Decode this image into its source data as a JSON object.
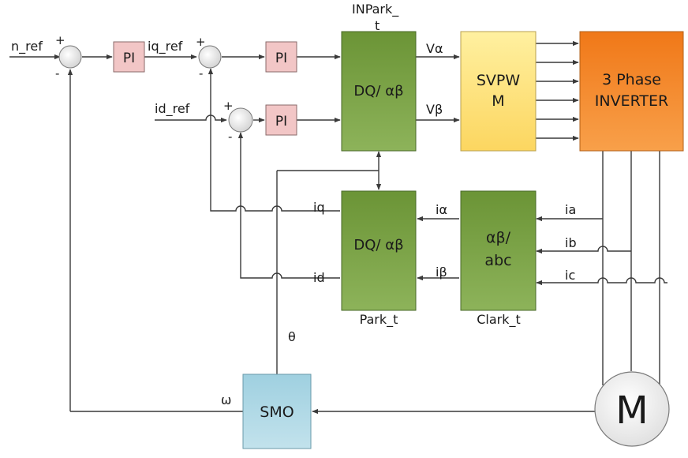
{
  "signals": {
    "n_ref": "n_ref",
    "iq_ref": "iq_ref",
    "id_ref": "id_ref",
    "v_alpha": "Vα",
    "v_beta": "Vβ",
    "i_alpha": "iα",
    "i_beta": "iβ",
    "iq": "iq",
    "id": "id",
    "ia": "ia",
    "ib": "ib",
    "ic": "ic",
    "theta": "θ",
    "omega": "ω"
  },
  "signs": {
    "plus": "+",
    "minus": "-"
  },
  "blocks": {
    "pi": "PI",
    "inpark_title_line1": "INPark_",
    "inpark_title_line2": "t",
    "inpark_body": "DQ/ αβ",
    "svpwm_line1": "SVPW",
    "svpwm_line2": "M",
    "inverter_line1": "3 Phase",
    "inverter_line2": "INVERTER",
    "park_body": "DQ/ αβ",
    "park_caption": "Park_t",
    "clark_line1": "αβ/",
    "clark_line2": "abc",
    "clark_caption": "Clark_t",
    "smo": "SMO",
    "motor": "M"
  },
  "colors": {
    "pi_fill": "#f2c6c6",
    "green_fill": "#78a040",
    "svpwm_fill": "#fde27a",
    "inverter_fill": "#f4801f",
    "smo_fill": "#a9d6e4",
    "motor_fill": "#f2f2f2"
  }
}
